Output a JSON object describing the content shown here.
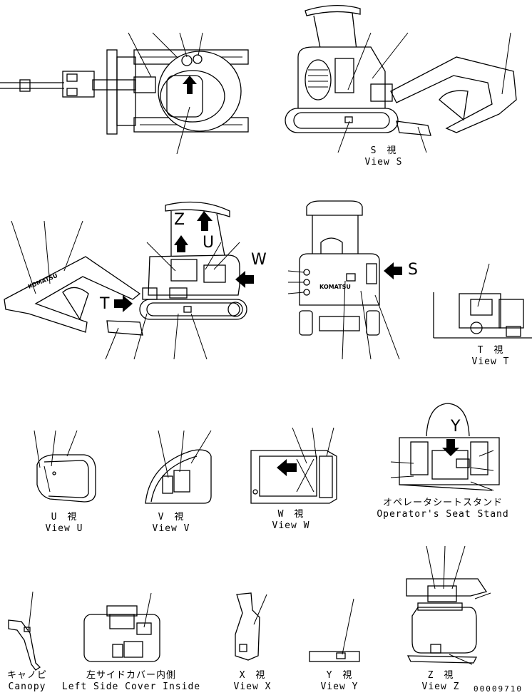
{
  "captions": {
    "view_s_jp": "S　視",
    "view_s_en": "View S",
    "view_t_jp": "T　視",
    "view_t_en": "View T",
    "view_u_jp": "U　視",
    "view_u_en": "View U",
    "view_v_jp": "V　視",
    "view_v_en": "View V",
    "view_w_jp": "W　視",
    "view_w_en": "View W",
    "seat_jp": "オペレータシートスタンド",
    "seat_en": "Operator's Seat Stand",
    "canopy_jp": "キャノピ",
    "canopy_en": "Canopy",
    "cover_jp": "左サイドカバー内側",
    "cover_en": "Left Side Cover Inside",
    "view_x_jp": "X　視",
    "view_x_en": "View X",
    "view_y_jp": "Y　視",
    "view_y_en": "View Y",
    "view_z_jp": "Z　視",
    "view_z_en": "View Z"
  },
  "view_letters": {
    "s": "S",
    "t": "T",
    "u": "U",
    "w": "W",
    "y": "Y",
    "z": "Z"
  },
  "brand_mark": "KOMATSU",
  "drawing_number": "00009710",
  "line_color": "#000000",
  "background_color": "#ffffff"
}
